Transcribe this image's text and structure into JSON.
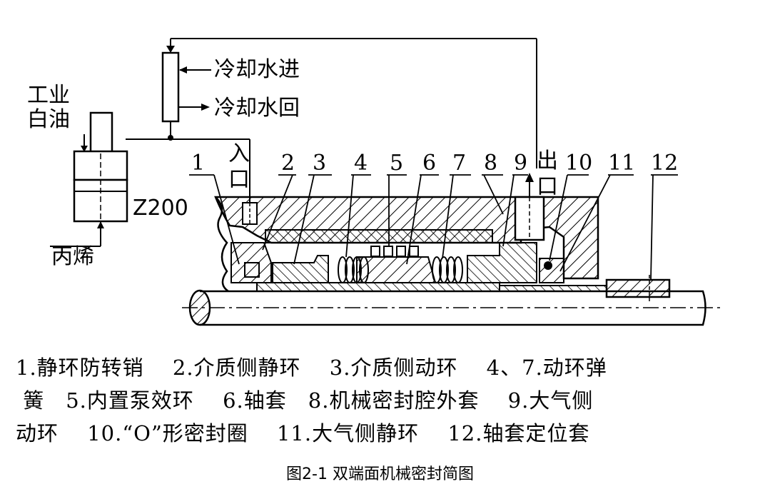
{
  "labels": {
    "white_oil_line1": "工业",
    "white_oil_line2": "白油",
    "cooling_in": "冷却水进",
    "cooling_out": "冷却水回",
    "inlet_1": "入",
    "inlet_2": "口",
    "outlet_1": "出",
    "outlet_2": "口",
    "pump_model": "Z200",
    "propylene": "丙烯"
  },
  "part_numbers": [
    "1",
    "2",
    "3",
    "4",
    "5",
    "6",
    "7",
    "8",
    "9",
    "10",
    "11",
    "12"
  ],
  "legend": [
    "1.静环防转销　 2.介质侧静环　 3.介质侧动环　 4、7.动环弹",
    " 簧　5.内置泵效环　 6.轴套　8.机械密封腔外套　 9.大气侧",
    "动环　 10.“O”形密封圈　 11.大气侧静环　 12.轴套定位套"
  ],
  "caption": "图2-1  双端面机械密封简图"
}
